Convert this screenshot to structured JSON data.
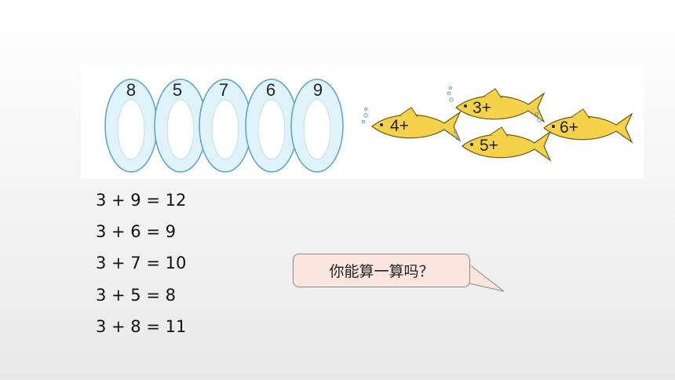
{
  "rings": [
    "8",
    "5",
    "7",
    "6",
    "9"
  ],
  "fish": [
    "4+",
    "3+",
    "5+",
    "6+"
  ],
  "equations": [
    "3 + 9 = 12",
    "3 + 6 = 9",
    "3 + 7 = 10",
    "3 + 5 = 8",
    "3 + 8 = 11"
  ],
  "bubble": {
    "text": "你能算一算吗？"
  },
  "colors": {
    "ring_fill": "#dff3fb",
    "ring_stroke": "#5b9fd6",
    "fish_body": "#f5d24a",
    "fish_stroke": "#6b5a10",
    "bubble_fill": "#fbe6df"
  }
}
